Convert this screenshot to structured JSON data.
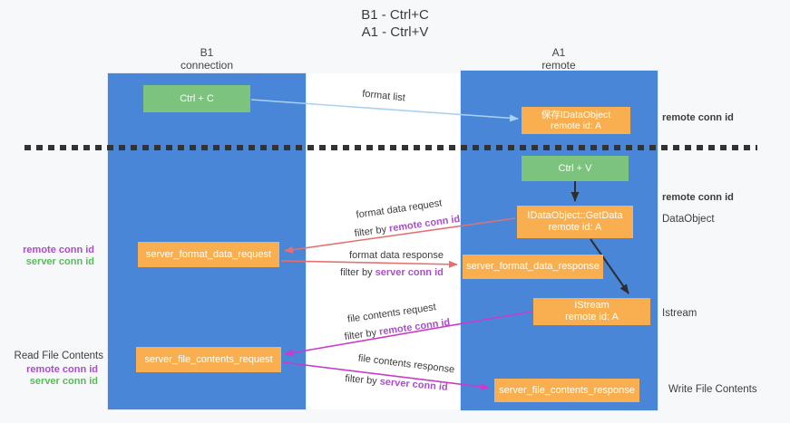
{
  "title": {
    "line1": "B1 - Ctrl+C",
    "line2": "A1 - Ctrl+V"
  },
  "columns": {
    "left": {
      "header_line1": "B1",
      "header_line2": "connection"
    },
    "right": {
      "header_line1": "A1",
      "header_line2": "remote"
    }
  },
  "nodes": {
    "ctrl_c": "Ctrl + C",
    "ctrl_v": "Ctrl + V",
    "save_idataobject": {
      "line1": "保存IDataObject",
      "line2": "remote id: A"
    },
    "getdata": {
      "line1": "IDataObject::GetData",
      "line2": "remote id: A"
    },
    "istream": {
      "line1": "IStream",
      "line2": "remote id: A"
    },
    "server_format_data_request": "server_format_data_request",
    "server_format_data_response": "server_format_data_response",
    "server_file_contents_request": "server_file_contents_request",
    "server_file_contents_response": "server_file_contents_response"
  },
  "arrow_labels": {
    "format_list": "format list",
    "format_data_request": "format data request",
    "format_data_response": "format data response",
    "file_contents_request": "file contents request",
    "file_contents_response": "file contents response",
    "filter_by": "filter by ",
    "remote_conn_id": "remote conn id",
    "server_conn_id": "server conn id"
  },
  "side_labels": {
    "remote_conn_id": "remote conn id",
    "server_conn_id": "server conn id",
    "dataobject": "DataObject",
    "istream": "Istream",
    "read_file_contents": "Read File Contents",
    "write_file_contents": "Write File Contents"
  },
  "colors": {
    "lane_blue": "#4a86d8",
    "node_green": "#7cc47e",
    "node_orange": "#f9af4f",
    "arrow_light_blue": "#a9d2f0",
    "arrow_red": "#e57070",
    "arrow_magenta": "#c83cc8",
    "arrow_black": "#2e2e2e",
    "text_purple": "#a84fc8",
    "text_green": "#5cb85c",
    "dash_line": "#333333"
  }
}
